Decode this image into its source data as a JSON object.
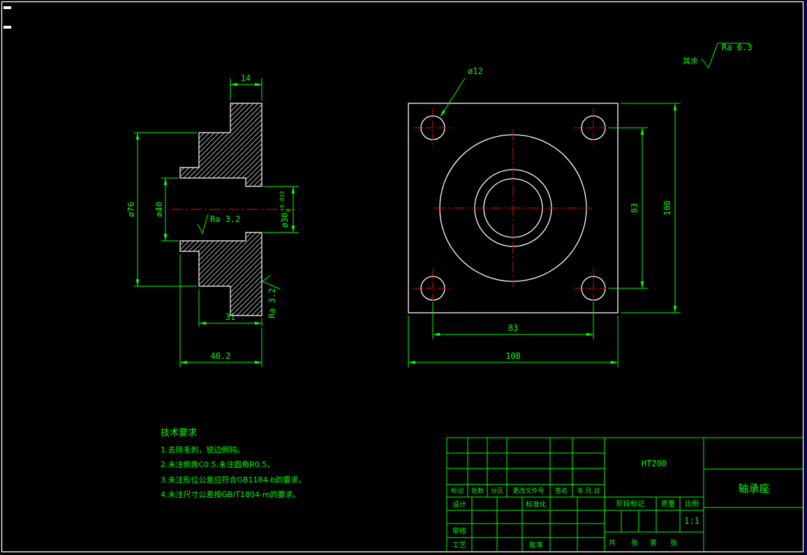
{
  "surface_note": {
    "label": "其余",
    "ra": "Ra 6.3"
  },
  "section_view": {
    "dim_width": "14",
    "dim_d76": "ø76",
    "dim_d40": "ø40",
    "dim_d30": "ø30",
    "dim_d30_tol_up": "+0.033",
    "dim_d30_tol_dn": "0",
    "ra_bore": "Ra 3.2",
    "ra_face": "Ra 3.2",
    "dim_31": "31",
    "dim_402": "40.2"
  },
  "front_view": {
    "dim_hole": "ø12",
    "dim_v83": "83",
    "dim_v108": "108",
    "dim_h83": "83",
    "dim_h108": "108"
  },
  "tech_req": {
    "title": "技术要求",
    "items": [
      "1.去除毛刺，锐边倒钝。",
      "2.未注倒角C0.5,未注圆角R0.5。",
      "3.未注形位公差应符合GB1184-b的要求。",
      "4.未注尺寸公差按GB/T1804-m的要求。"
    ]
  },
  "title_block": {
    "material": "HT200",
    "part_name": "轴承座",
    "rev_cols": [
      "标记",
      "处数",
      "分区",
      "更改文件号",
      "签名",
      "年.月.日"
    ],
    "design": "设计",
    "standardize": "标准化",
    "check": "审核",
    "process": "工艺",
    "approve": "批准",
    "stage": "阶段标记",
    "mass": "质量",
    "scale": "比例",
    "scale_val": "1:1",
    "sheet_total_label": "共",
    "sheet_unit1": "张",
    "sheet_no_label": "第",
    "sheet_unit2": "张"
  }
}
